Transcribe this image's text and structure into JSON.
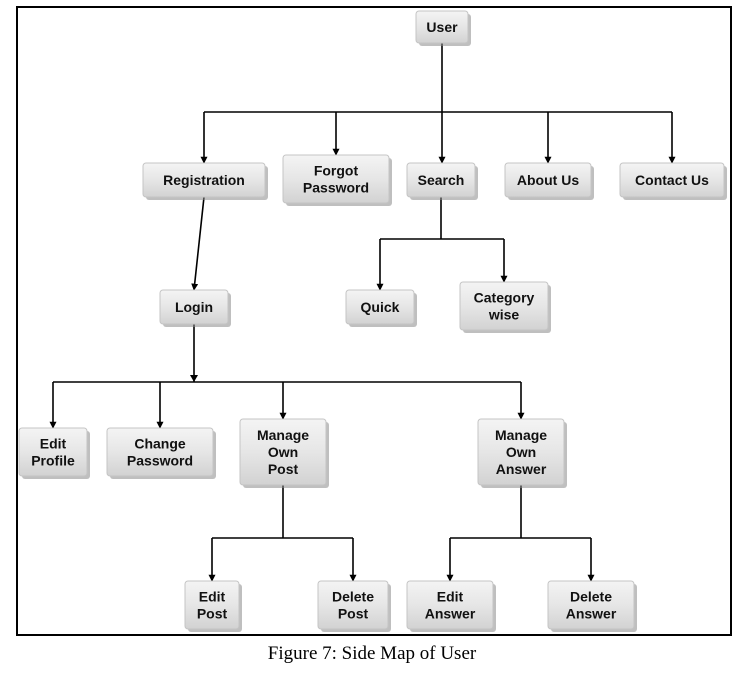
{
  "caption": "Figure 7: Side Map of User",
  "nodes": [
    {
      "id": "user",
      "lines": [
        "User"
      ]
    },
    {
      "id": "registration",
      "lines": [
        "Registration"
      ]
    },
    {
      "id": "forgot-password",
      "lines": [
        "Forgot",
        "Password"
      ]
    },
    {
      "id": "search",
      "lines": [
        "Search"
      ]
    },
    {
      "id": "about-us",
      "lines": [
        "About Us"
      ]
    },
    {
      "id": "contact-us",
      "lines": [
        "Contact Us"
      ]
    },
    {
      "id": "login",
      "lines": [
        "Login"
      ]
    },
    {
      "id": "quick",
      "lines": [
        "Quick"
      ]
    },
    {
      "id": "category-wise",
      "lines": [
        "Category",
        "wise"
      ]
    },
    {
      "id": "edit-profile",
      "lines": [
        "Edit",
        "Profile"
      ]
    },
    {
      "id": "change-password",
      "lines": [
        "Change",
        "Password"
      ]
    },
    {
      "id": "manage-own-post",
      "lines": [
        "Manage",
        "Own",
        "Post"
      ]
    },
    {
      "id": "manage-own-answer",
      "lines": [
        "Manage",
        "Own",
        "Answer"
      ]
    },
    {
      "id": "edit-post",
      "lines": [
        "Edit",
        "Post"
      ]
    },
    {
      "id": "delete-post",
      "lines": [
        "Delete",
        "Post"
      ]
    },
    {
      "id": "edit-answer",
      "lines": [
        "Edit",
        "Answer"
      ]
    },
    {
      "id": "delete-answer",
      "lines": [
        "Delete",
        "Answer"
      ]
    }
  ],
  "edges": [
    {
      "from": "user",
      "to": [
        "registration",
        "forgot-password",
        "search",
        "about-us",
        "contact-us"
      ]
    },
    {
      "from": "registration",
      "to": [
        "login"
      ]
    },
    {
      "from": "search",
      "to": [
        "quick",
        "category-wise"
      ]
    },
    {
      "from": "login",
      "to": [
        "edit-profile",
        "change-password",
        "manage-own-post",
        "manage-own-answer"
      ]
    },
    {
      "from": "manage-own-post",
      "to": [
        "edit-post",
        "delete-post"
      ]
    },
    {
      "from": "manage-own-answer",
      "to": [
        "edit-answer",
        "delete-answer"
      ]
    }
  ]
}
